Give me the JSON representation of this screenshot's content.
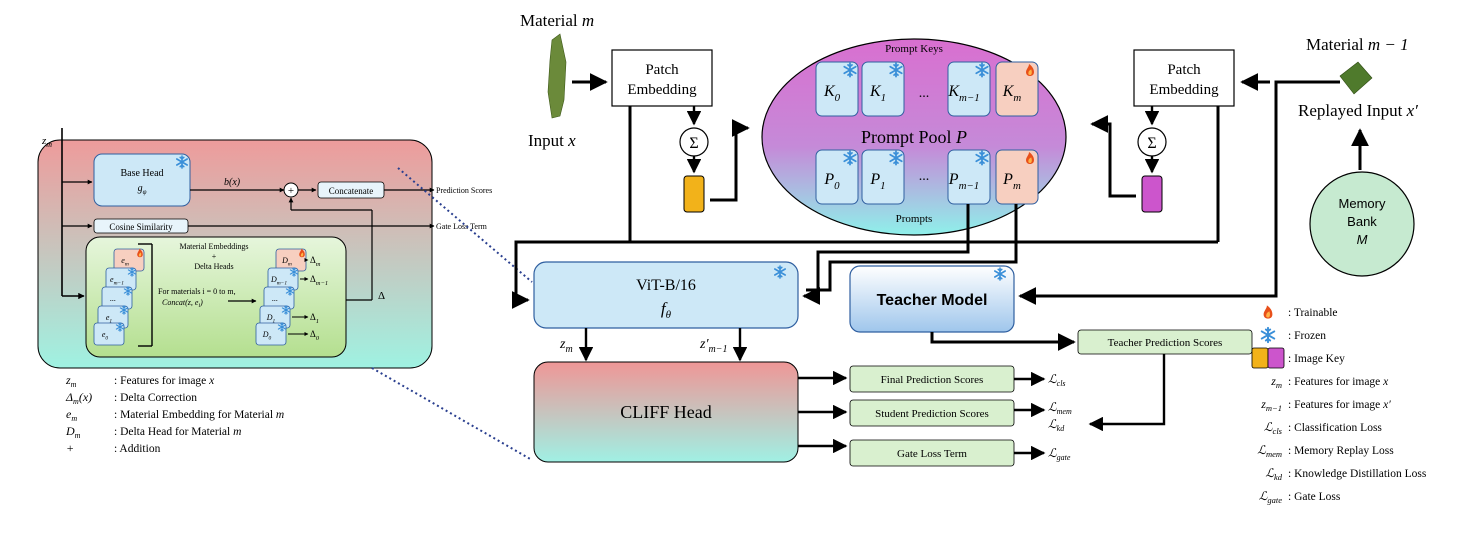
{
  "colors": {
    "red_top": "#ef9a9a",
    "teal_bottom": "#9ff0e0",
    "light_blue": "#cde8f7",
    "box_blue_border": "#2f5fa0",
    "green_box": "#d9f0cf",
    "green_inner": "#b9e29a",
    "memory_bank": "#c6ead0",
    "pool_top": "#d46fcf",
    "pool_bottom": "#8ff0e8",
    "trainable_fill": "#f7cfc0",
    "image_key_yellow": "#f2b21a",
    "image_key_purple": "#cc55cc",
    "snowflake": "#3a8fd8",
    "flame": "#e8501a",
    "sheet_green": "#6b8a3a"
  },
  "left_panel": {
    "z_input": "z",
    "z_input_sub": "m",
    "base_head_title": "Base Head",
    "base_head_symbol": "g",
    "base_head_symbol_sub": "φ",
    "bx_label": "b(x)",
    "plus": "+",
    "concatenate": "Concatenate",
    "prediction_scores": "Prediction Scores",
    "cosine_similarity": "Cosine Similarity",
    "gate_loss_term": "Gate Loss Term",
    "delta": "Δ",
    "material_embeddings": "Material Embeddings",
    "plus_line": "+",
    "delta_heads": "Delta Heads",
    "for_materials": "For materials i = 0 to m,",
    "concat": "Concat(z, e",
    "concat_tail": "i",
    "concat_close": ")",
    "embeddings": [
      {
        "base": "e",
        "sub": "m",
        "kind": "trainable"
      },
      {
        "base": "e",
        "sub": "m−1",
        "kind": "frozen"
      },
      {
        "base": "...",
        "sub": "",
        "kind": "frozen"
      },
      {
        "base": "e",
        "sub": "1",
        "kind": "frozen"
      },
      {
        "base": "e",
        "sub": "0",
        "kind": "frozen"
      }
    ],
    "heads": [
      {
        "base": "D",
        "sub": "m",
        "out": "Δ",
        "out_sub": "m",
        "kind": "trainable"
      },
      {
        "base": "D",
        "sub": "m−1",
        "out": "Δ",
        "out_sub": "m−1",
        "kind": "frozen"
      },
      {
        "base": "...",
        "sub": "",
        "out": "",
        "out_sub": "",
        "kind": "frozen"
      },
      {
        "base": "D",
        "sub": "1",
        "out": "Δ",
        "out_sub": "1",
        "kind": "frozen"
      },
      {
        "base": "D",
        "sub": "0",
        "out": "Δ",
        "out_sub": "0",
        "kind": "frozen"
      }
    ]
  },
  "left_legend": [
    {
      "sym": "z",
      "sub": "m",
      "tail": "",
      "desc": ": Features for image ",
      "var": "x"
    },
    {
      "sym": "Δ",
      "sub": "m",
      "tail": "(x)",
      "desc": ": Delta Correction",
      "var": ""
    },
    {
      "sym": "e",
      "sub": "m",
      "tail": "",
      "desc": ": Material Embedding for Material ",
      "var": "m"
    },
    {
      "sym": "D",
      "sub": "m",
      "tail": "",
      "desc": ": Delta Head for Material ",
      "var": "m"
    },
    {
      "sym": "+",
      "sub": "",
      "tail": "",
      "desc": ": Addition",
      "var": ""
    }
  ],
  "main": {
    "material_m": "Material ",
    "material_m_var": "m",
    "input_x": "Input ",
    "input_x_var": "x",
    "patch_embedding_1": "Patch",
    "patch_embedding_2": "Embedding",
    "sigma": "Σ",
    "prompt_keys": "Prompt Keys",
    "prompt_pool": "Prompt Pool ",
    "prompt_pool_var": "P",
    "prompts": "Prompts",
    "ellipsis": "...",
    "keys": [
      {
        "base": "K",
        "sub": "0",
        "kind": "frozen"
      },
      {
        "base": "K",
        "sub": "1",
        "kind": "frozen"
      },
      {
        "base": "K",
        "sub": "m−1",
        "kind": "frozen"
      },
      {
        "base": "K",
        "sub": "m",
        "kind": "trainable"
      }
    ],
    "prompt_items": [
      {
        "base": "P",
        "sub": "0",
        "kind": "frozen"
      },
      {
        "base": "P",
        "sub": "1",
        "kind": "frozen"
      },
      {
        "base": "P",
        "sub": "m−1",
        "kind": "frozen"
      },
      {
        "base": "P",
        "sub": "m",
        "kind": "trainable"
      }
    ],
    "material_m1": "Material ",
    "material_m1_var": "m − 1",
    "replayed_input": "Replayed Input ",
    "replayed_input_var": "x′",
    "memory_bank_1": "Memory",
    "memory_bank_2": "Bank",
    "memory_bank_var": "M",
    "vit_title": "ViT-B/16",
    "vit_symbol": "f",
    "vit_symbol_sub": "θ",
    "teacher_model": "Teacher Model",
    "zm": "z",
    "zm_sub": "m",
    "zm1": "z′",
    "zm1_sub": "m−1",
    "cliff_head": "CLIFF Head",
    "final_prediction_scores": "Final Prediction Scores",
    "student_prediction_scores": "Student Prediction Scores",
    "gate_loss_term": "Gate Loss Term",
    "teacher_prediction_scores": "Teacher Prediction Scores",
    "loss_cls": "ℒ",
    "loss_cls_sub": "cls",
    "loss_mem": "ℒ",
    "loss_mem_sub": "mem",
    "loss_kd": "ℒ",
    "loss_kd_sub": "kd",
    "loss_gate": "ℒ",
    "loss_gate_sub": "gate"
  },
  "right_legend": [
    {
      "icon": "flame",
      "sym": "",
      "sub": "",
      "desc": ": Trainable",
      "var": ""
    },
    {
      "icon": "snowflake",
      "sym": "",
      "sub": "",
      "desc": ": Frozen",
      "var": ""
    },
    {
      "icon": "image-key",
      "sym": "",
      "sub": "",
      "desc": ": Image Key",
      "var": ""
    },
    {
      "icon": "",
      "sym": "z",
      "sub": "m",
      "desc": ": Features for image ",
      "var": "x"
    },
    {
      "icon": "",
      "sym": "z",
      "sub": "m−1",
      "desc": ": Features for image ",
      "var": "x′"
    },
    {
      "icon": "",
      "sym": "ℒ",
      "sub": "cls",
      "desc": ": Classification Loss",
      "var": ""
    },
    {
      "icon": "",
      "sym": "ℒ",
      "sub": "mem",
      "desc": ": Memory Replay Loss",
      "var": ""
    },
    {
      "icon": "",
      "sym": "ℒ",
      "sub": "kd",
      "desc": ": Knowledge Distillation Loss",
      "var": ""
    },
    {
      "icon": "",
      "sym": "ℒ",
      "sub": "gate",
      "desc": ": Gate Loss",
      "var": ""
    }
  ]
}
